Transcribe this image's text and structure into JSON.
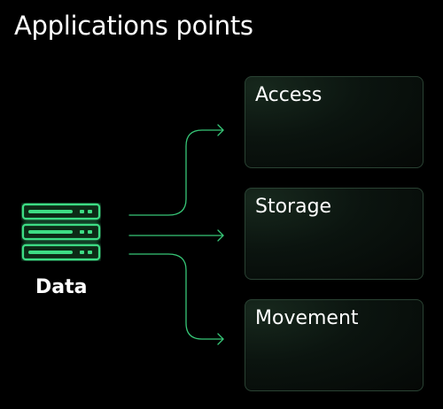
{
  "title": "Applications points",
  "source": {
    "label": "Data",
    "icon": "server-rack-icon",
    "color": "#3ddc84"
  },
  "targets": [
    {
      "label": "Access"
    },
    {
      "label": "Storage"
    },
    {
      "label": "Movement"
    }
  ],
  "colors": {
    "background": "#000000",
    "accent": "#3ddc84",
    "card_border": "#2a4233"
  }
}
